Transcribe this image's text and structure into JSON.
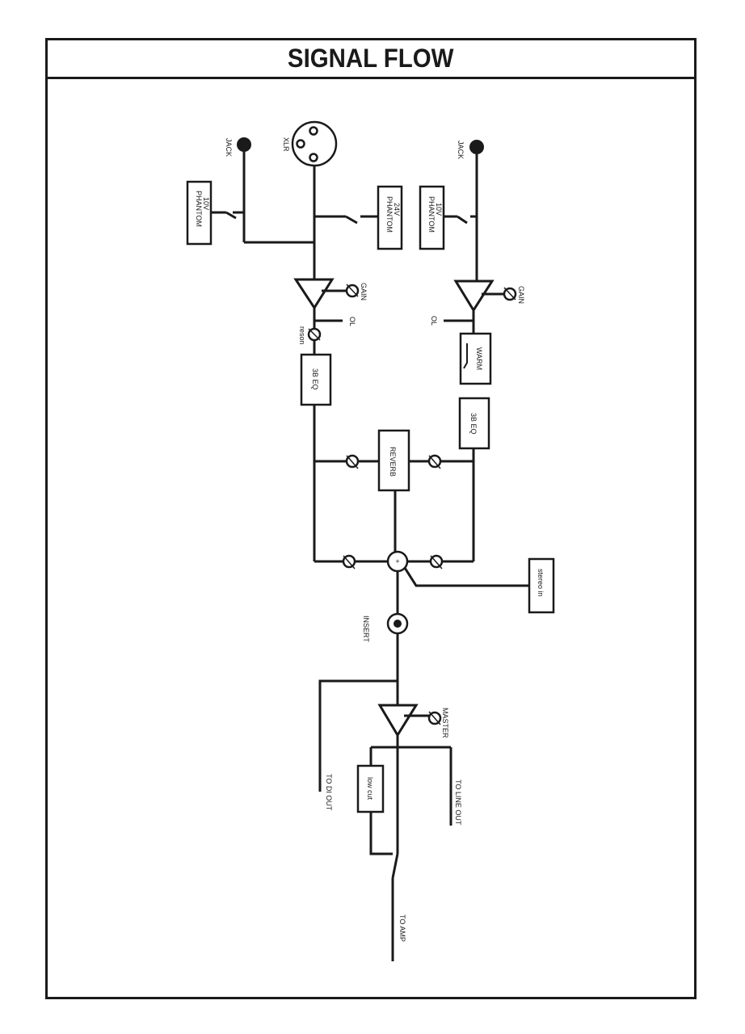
{
  "title": "SIGNAL FLOW",
  "labels": {
    "jack_left": "JACK",
    "xlr": "XLR",
    "jack_right": "JACK",
    "phantom_10v_left": [
      "PHANTOM",
      "10V"
    ],
    "phantom_24v": [
      "PHANTOM",
      "24V"
    ],
    "phantom_10v_right": [
      "PHANTOM",
      "10V"
    ],
    "gain_left": "GAIN",
    "gain_right": "GAIN",
    "ol_left": "OL",
    "ol_right": "OL",
    "reson": "reson",
    "eq_left": "3B EQ",
    "eq_right": "3B EQ",
    "warm": "WARM",
    "reverb": "REVERB",
    "mix_plus": "+",
    "stereo_in": "stereo in",
    "insert": "INSERT",
    "master": "MASTER",
    "to_di_out": "TO DI OUT",
    "to_line_out": "TO LINE OUT",
    "low_cut": "low cut",
    "to_amp": "TO AMP"
  }
}
